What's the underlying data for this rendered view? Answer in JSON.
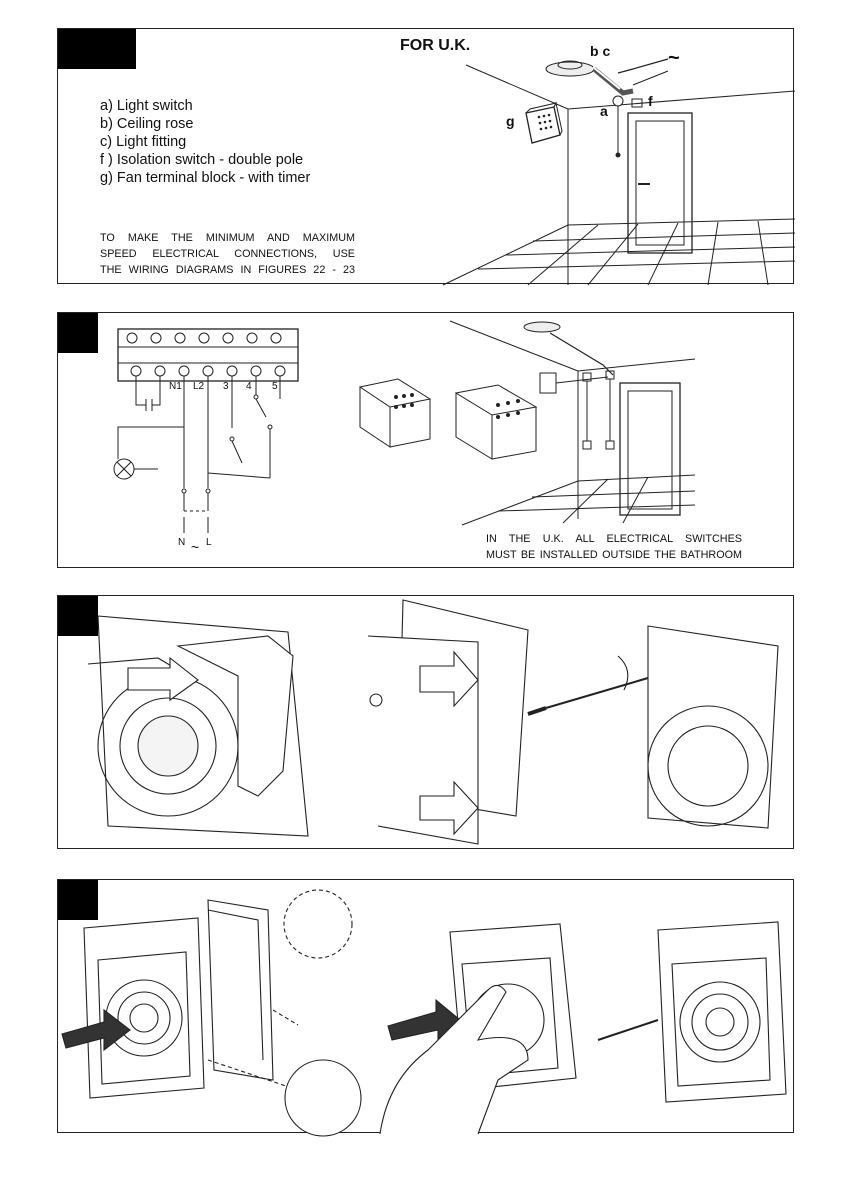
{
  "panel1": {
    "title": "FOR U.K.",
    "legend": [
      "a) Light switch",
      "b) Ceiling rose",
      "c) Light fitting",
      "f ) Isolation switch - double pole",
      "g) Fan terminal block - with timer"
    ],
    "note": [
      "TO MAKE THE MINIMUM AND MAXIMUM",
      "SPEED ELECTRICAL CONNECTIONS, USE",
      "THE WIRING DIAGRAMS IN FIGURES 22 - 23"
    ],
    "labels": {
      "bc": "b c",
      "tilde": "~",
      "a": "a",
      "f": "f",
      "g": "g"
    }
  },
  "panel2": {
    "terminals": [
      "N1",
      "L2",
      "3",
      "4",
      "5"
    ],
    "supply": {
      "n": "N",
      "tilde": "~",
      "l": "L"
    },
    "note": [
      "IN THE U.K. ALL ELECTRICAL SWITCHES",
      "MUST BE INSTALLED OUTSIDE THE BATHROOM"
    ]
  }
}
